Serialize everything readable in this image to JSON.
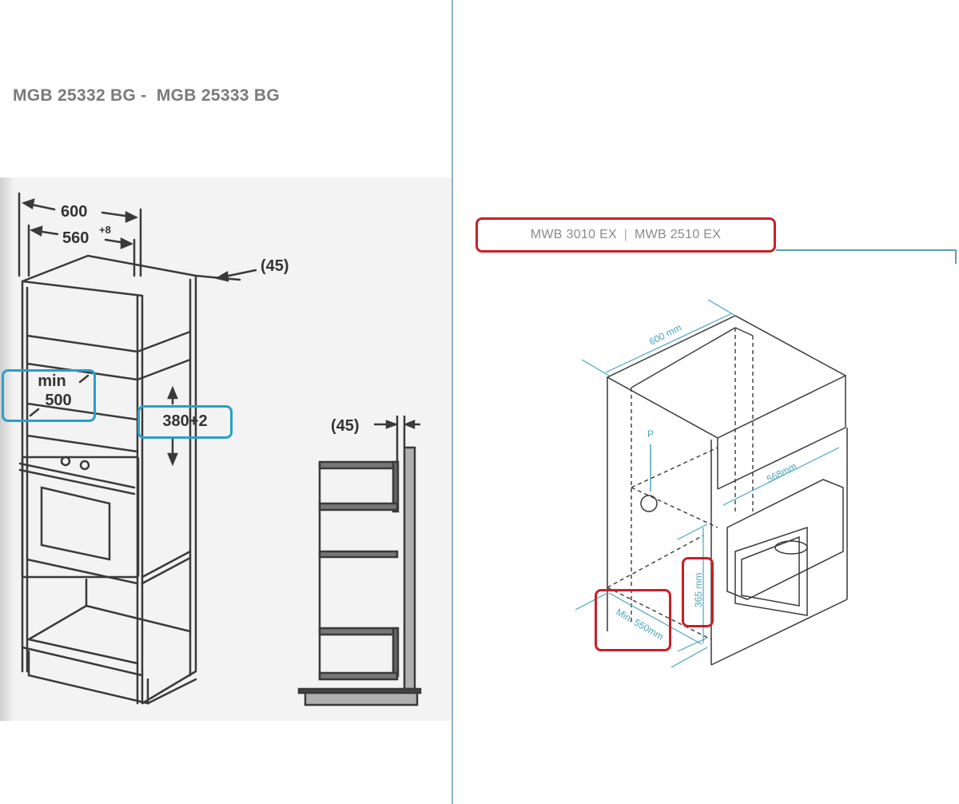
{
  "left": {
    "title": "MGB 25332 BG -  MGB 25333 BG",
    "dimensions": {
      "outer_width": "600",
      "inner_width": "560",
      "inner_width_tolerance": "+8",
      "rear_gap_top": "(45)",
      "min_depth_label": "min",
      "min_depth_value": "500",
      "niche_height": "380+2",
      "rear_gap_side": "(45)"
    },
    "highlight_color": "#2a9fc9"
  },
  "right": {
    "title_left": "MWB 3010 EX",
    "title_sep": "|",
    "title_right": "MWB 2510 EX",
    "dimensions": {
      "width": "600 mm",
      "inner_width": "568mm",
      "height": "365 mm",
      "min_depth": "Min. 550mm",
      "socket_label": "P"
    },
    "highlight_color": "#c8202a",
    "dimension_color": "#49a6bb"
  },
  "divider_color": "#8fb3c9"
}
